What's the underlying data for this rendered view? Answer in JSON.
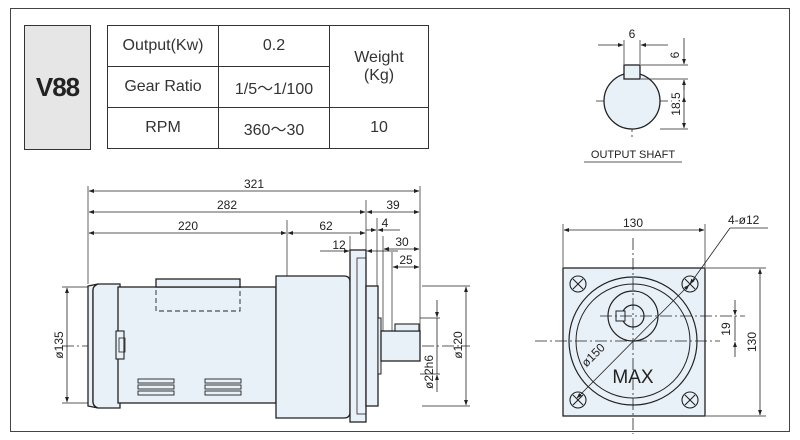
{
  "model": "V88",
  "specs": {
    "output_label": "Output(Kw)",
    "output_value": "0.2",
    "ratio_label": "Gear Ratio",
    "ratio_value": "1/5～1/100",
    "rpm_label": "RPM",
    "rpm_value": "360～30",
    "weight_label_1": "Weight",
    "weight_label_2": "(Kg)",
    "weight_value": "10"
  },
  "shaft": {
    "key_width": "6",
    "key_height": "6",
    "height": "18.5",
    "caption": "OUTPUT SHAFT"
  },
  "side_view": {
    "total_length": "321",
    "length_282": "282",
    "motor_length": "220",
    "gearbox_length": "62",
    "shaft_length": "39",
    "dim_12": "12",
    "dim_4": "4",
    "dim_30": "30",
    "dim_25": "25",
    "motor_diameter": "ø135",
    "shaft_diameter": "ø22h6",
    "pilot_diameter": "ø120"
  },
  "front_view": {
    "width": "130",
    "holes": "4-ø12",
    "height": "130",
    "offset": "19",
    "pcd": "ø150",
    "max_label": "MAX"
  },
  "colors": {
    "body_fill": "#e9f1f8",
    "line": "#222222"
  }
}
